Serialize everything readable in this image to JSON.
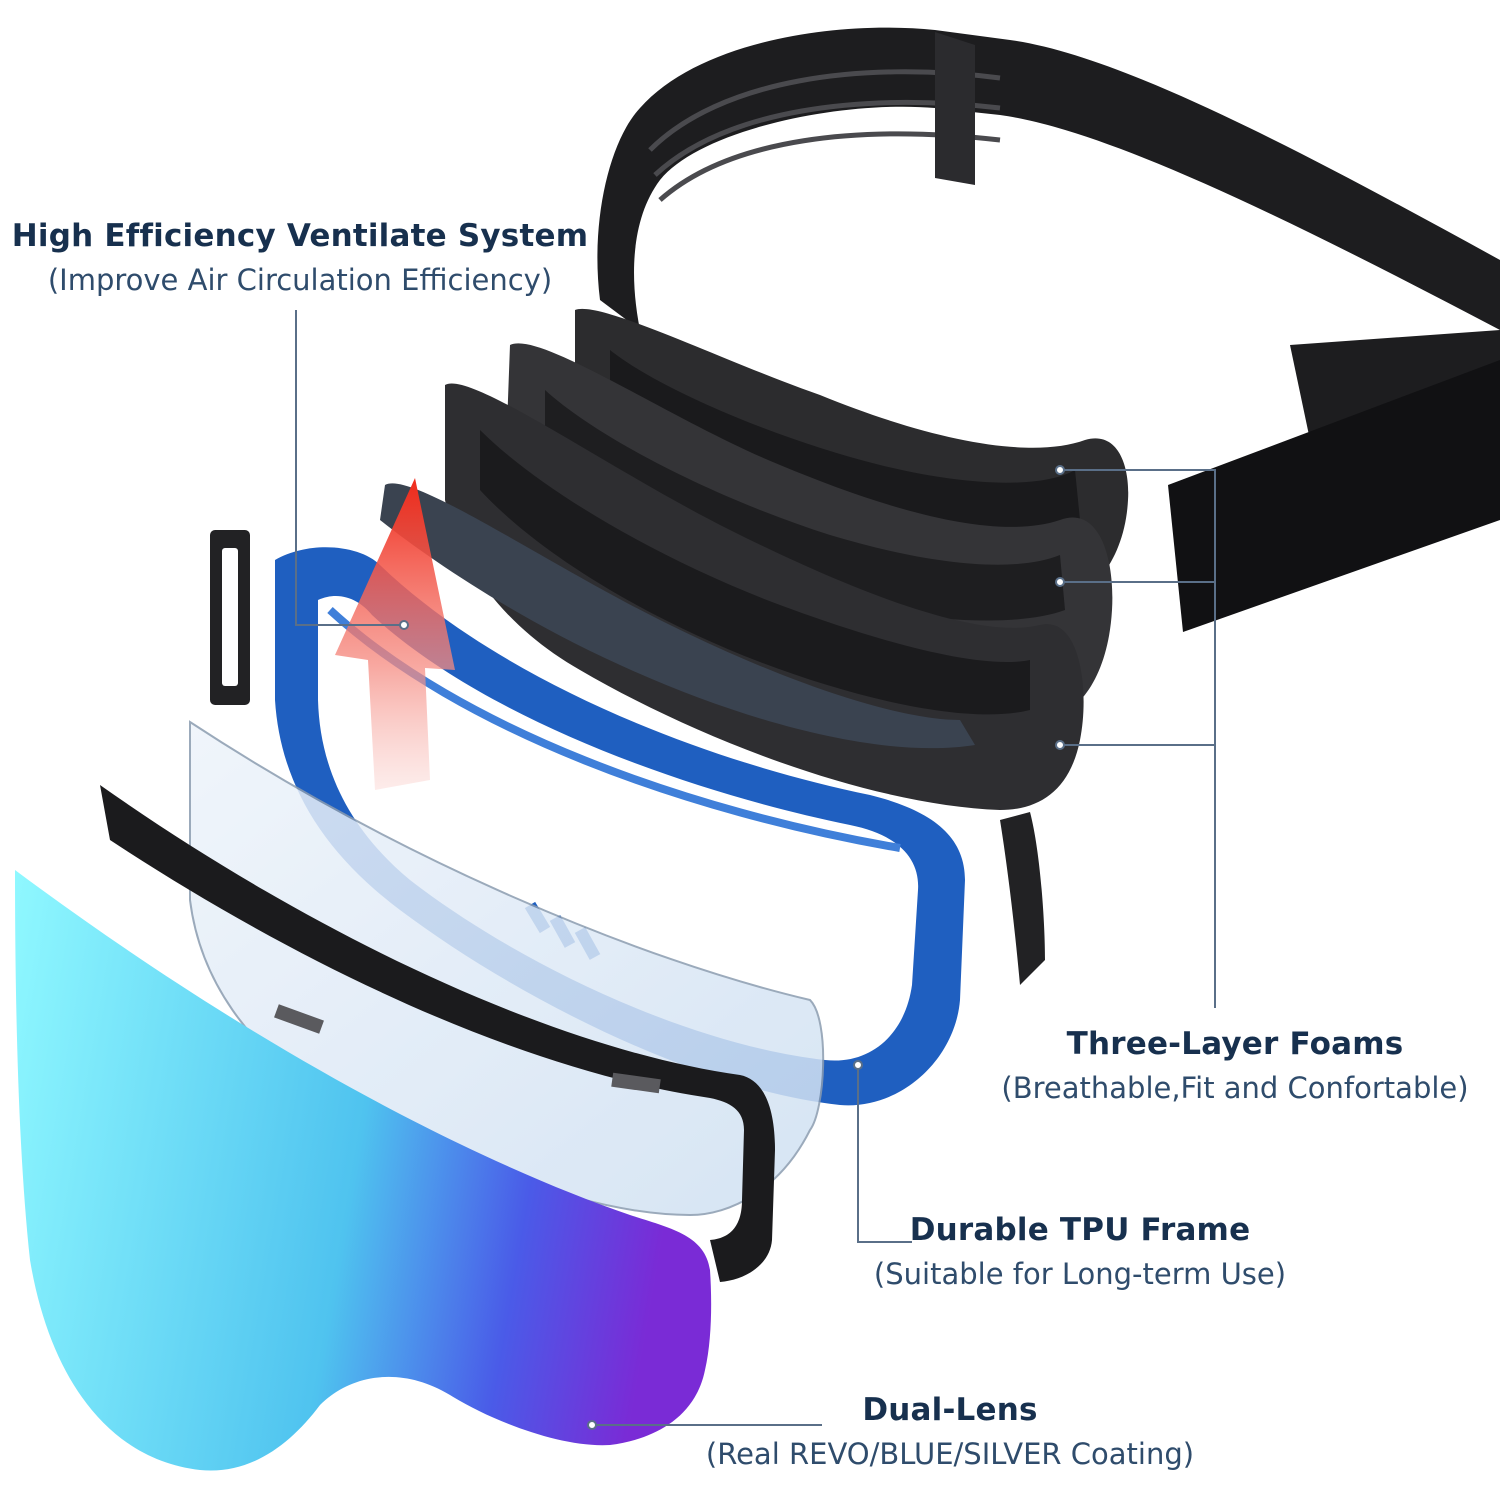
{
  "colors": {
    "title": "#17304e",
    "subtitle": "#2f4c6c",
    "leader": "#5a6f88",
    "strap": "#1d1d1f",
    "foam": "#2a2a2c",
    "frame": "#1f5fc0",
    "arrow": "#f03a2a",
    "lens_start": "#8ff8ff",
    "lens_end": "#7a2bd6"
  },
  "callouts": {
    "ventilation": {
      "title": "High Efficiency Ventilate System",
      "subtitle": "(Improve Air Circulation Efficiency)"
    },
    "foams": {
      "title": "Three-Layer Foams",
      "subtitle": "(Breathable,Fit and Confortable)"
    },
    "frame": {
      "title": "Durable TPU Frame",
      "subtitle": "(Suitable for Long-term Use)"
    },
    "lens": {
      "title": "Dual-Lens",
      "subtitle": "(Real REVO/BLUE/SILVER Coating)"
    }
  }
}
